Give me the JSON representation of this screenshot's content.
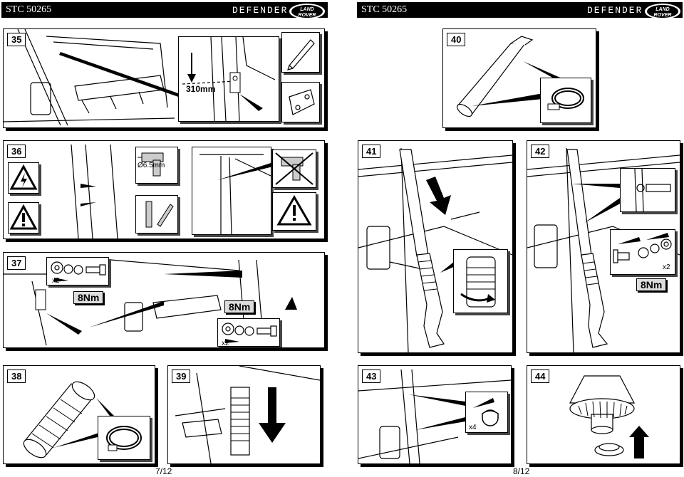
{
  "header_left": {
    "code": "STC 50265",
    "model": "DEFENDER",
    "logo": "LAND ROVER"
  },
  "header_right": {
    "code": "STC 50265",
    "model": "DEFENDER",
    "logo": "LAND ROVER"
  },
  "logo_text": {
    "line1": "LAND",
    "line2": "ROVER"
  },
  "steps": {
    "s35": {
      "number": "35",
      "measurement": "310mm"
    },
    "s36": {
      "number": "36",
      "drill": "Ø6.5mm"
    },
    "s37": {
      "number": "37",
      "torque_a": "8Nm",
      "torque_b": "8Nm",
      "qty_a": "x2",
      "qty_b": "x2"
    },
    "s38": {
      "number": "38"
    },
    "s39": {
      "number": "39"
    },
    "s40": {
      "number": "40"
    },
    "s41": {
      "number": "41"
    },
    "s42": {
      "number": "42",
      "torque": "8Nm",
      "qty": "x2"
    },
    "s43": {
      "number": "43",
      "qty": "x4"
    },
    "s44": {
      "number": "44"
    }
  },
  "page_left": "7/12",
  "page_right": "8/12",
  "icons": [
    "electrical-hazard-icon",
    "warning-icon",
    "pencil-icon",
    "drill-icon",
    "bracket-icon",
    "clamp-icon",
    "bolt-washer-icon",
    "cap-icon",
    "air-cleaner-icon"
  ]
}
